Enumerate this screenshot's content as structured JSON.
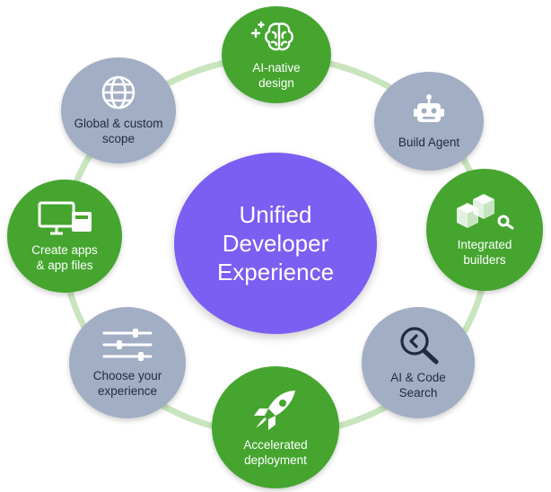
{
  "center": {
    "title": "Unified\nDeveloper\nExperience"
  },
  "nodes": [
    {
      "id": "ai-native",
      "label": "AI-native\ndesign",
      "style": "green",
      "icon": "brain-sparkle-icon"
    },
    {
      "id": "build-agent",
      "label": "Build Agent",
      "style": "grey",
      "icon": "robot-icon"
    },
    {
      "id": "integrated-builders",
      "label": "Integrated\nbuilders",
      "style": "green",
      "icon": "cubes-search-icon"
    },
    {
      "id": "ai-code-search",
      "label": "AI & Code\nSearch",
      "style": "grey",
      "icon": "code-search-icon"
    },
    {
      "id": "accelerated-deployment",
      "label": "Accelerated\ndeployment",
      "style": "green",
      "icon": "rocket-icon"
    },
    {
      "id": "choose-experience",
      "label": "Choose your\nexperience",
      "style": "grey",
      "icon": "sliders-icon"
    },
    {
      "id": "create-apps",
      "label": "Create apps\n& app files",
      "style": "green",
      "icon": "devices-icon"
    },
    {
      "id": "global-scope",
      "label": "Global & custom\nscope",
      "style": "grey",
      "icon": "globe-icon"
    }
  ],
  "colors": {
    "green": "#45A52F",
    "grey": "#A2AEC3",
    "center": "#7B5EF2",
    "ring": "#C9E5BE"
  }
}
